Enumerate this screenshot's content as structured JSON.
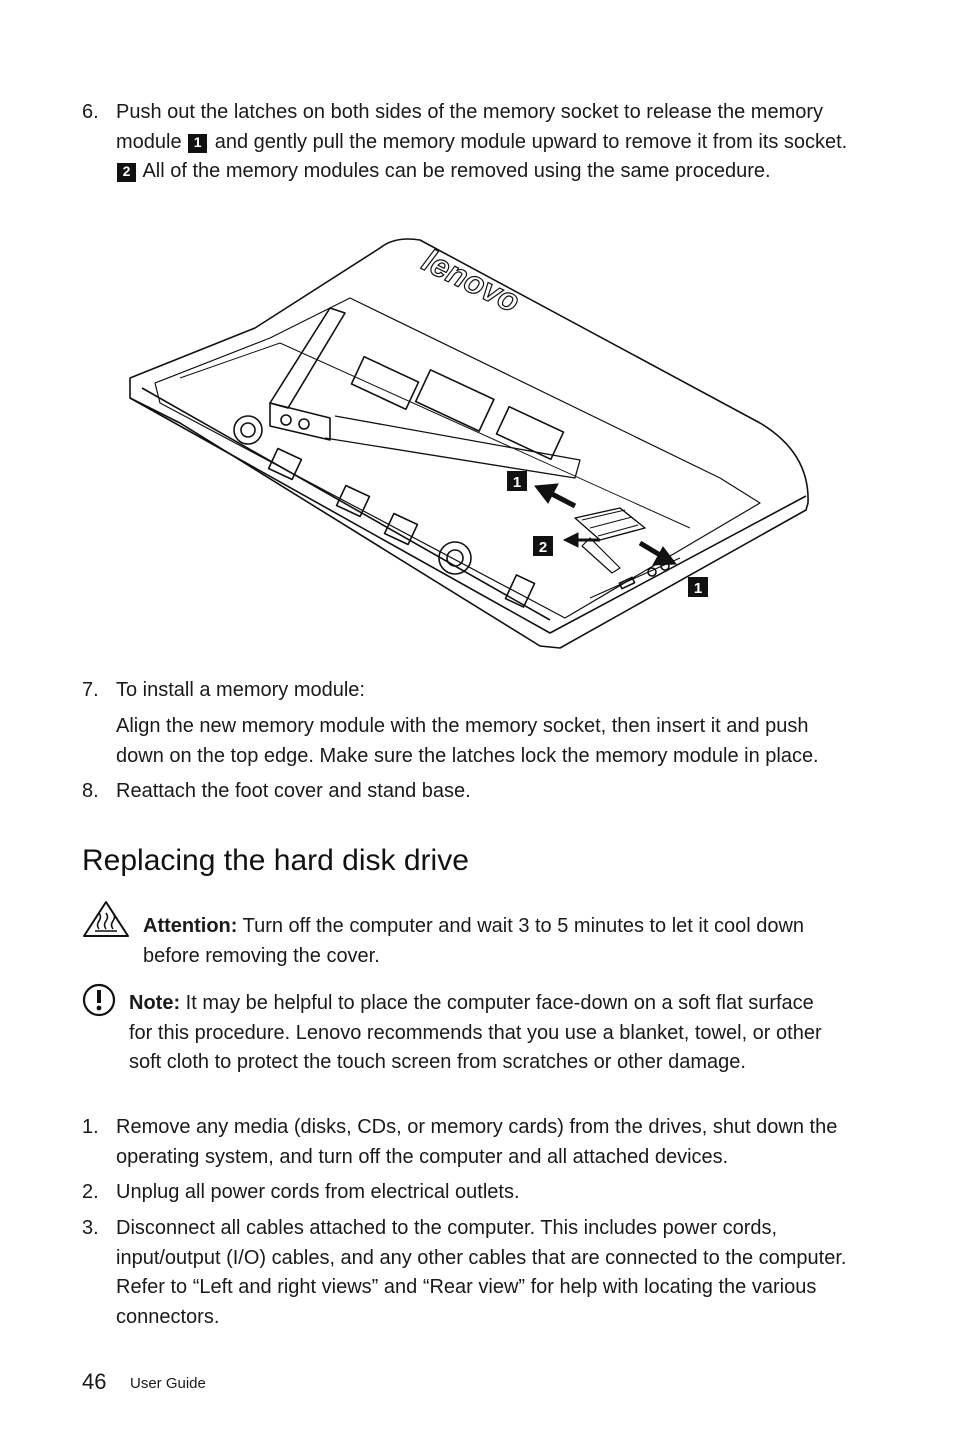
{
  "steps_top": [
    {
      "number": "6.",
      "text_a": "Push out the latches on both sides of the memory socket to release the memory module",
      "callout_a": "1",
      "text_b": "and gently pull the memory module upward to remove it from its socket.",
      "callout_b": "2",
      "text_c": "All of the memory modules can be removed using the same procedure."
    }
  ],
  "figure": {
    "logo_text": "lenovo",
    "callouts": [
      "1",
      "2",
      "1"
    ]
  },
  "step7": {
    "number": "7.",
    "text": "To install a memory module:",
    "detail": "Align the new memory module with the memory socket, then insert it and push down on the top edge. Make sure the latches lock the memory module in place."
  },
  "step8": {
    "number": "8.",
    "text": "Reattach the foot cover and stand base."
  },
  "section": {
    "title": "Replacing the hard disk drive"
  },
  "attention": {
    "label": "Attention:",
    "text": " Turn off the computer and wait 3 to 5 minutes to let it cool down before removing the cover."
  },
  "note": {
    "label": "Note:",
    "text": " It may be helpful to place the computer face-down on a soft flat surface for this procedure. Lenovo recommends that you use a blanket, towel, or other soft cloth to protect the touch screen from scratches or other damage."
  },
  "steps_bottom": [
    {
      "number": "1.",
      "text": "Remove any media (disks, CDs, or memory cards) from the drives, shut down the operating system, and turn off the computer and all attached devices."
    },
    {
      "number": "2.",
      "text": "Unplug all power cords from electrical outlets."
    },
    {
      "number": "3.",
      "text": "Disconnect all cables attached to the computer. This includes power cords, input/output (I/O) cables, and any other cables that are connected to the computer. Refer to “Left and right views” and “Rear view” for help with locating the various connectors."
    }
  ],
  "footer": {
    "page_number": "46",
    "label": "User Guide"
  },
  "icons": {
    "attention": "hot-surface-warning-icon",
    "note": "exclamation-circle-icon"
  }
}
